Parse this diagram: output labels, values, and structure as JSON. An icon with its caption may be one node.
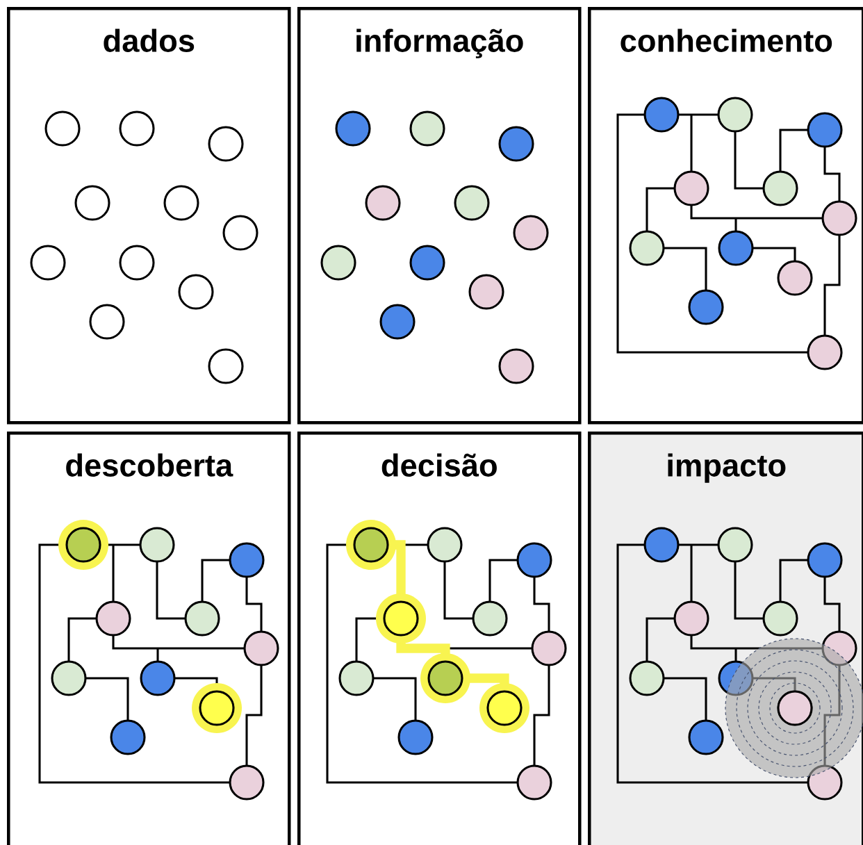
{
  "diagram": {
    "nodes": [
      {
        "text": [
          "dados"
        ]
      },
      {
        "text": [
          "informação"
        ]
      },
      {
        "text": [
          "conhecimento"
        ]
      },
      {
        "text": [
          "descoberta"
        ]
      },
      {
        "text": [
          "decisão"
        ]
      },
      {
        "text": [
          "impacto"
        ]
      }
    ]
  }
}
